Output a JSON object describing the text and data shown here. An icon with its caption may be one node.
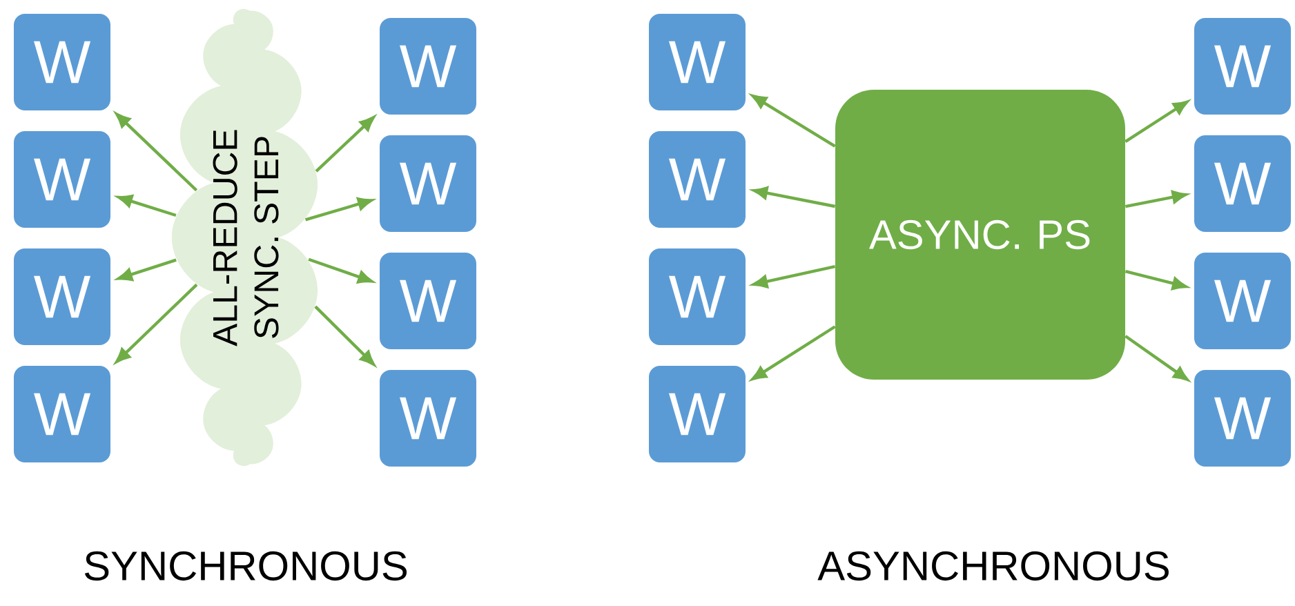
{
  "diagram": {
    "nodes": [
      {
        "text": [
          "W"
        ]
      },
      {
        "text": [
          "W"
        ]
      },
      {
        "text": [
          "W"
        ]
      },
      {
        "text": [
          "W"
        ]
      },
      {
        "text": [
          "ALL-REDUCE",
          "SYNC. STEP"
        ]
      },
      {
        "text": [
          "W"
        ]
      },
      {
        "text": [
          "W"
        ]
      },
      {
        "text": [
          "W"
        ]
      },
      {
        "text": [
          "W"
        ]
      },
      {
        "text": [
          "W"
        ]
      },
      {
        "text": [
          "W"
        ]
      },
      {
        "text": [
          "W"
        ]
      },
      {
        "text": [
          "W"
        ]
      },
      {
        "text": [
          "ASYNC. PS"
        ]
      },
      {
        "text": [
          "W"
        ]
      },
      {
        "text": [
          "W"
        ]
      },
      {
        "text": [
          "W"
        ]
      },
      {
        "text": [
          "W"
        ]
      }
    ],
    "edges": [
      {
        "from": 4,
        "to": 0,
        "arrow": "to"
      },
      {
        "from": 4,
        "to": 1,
        "arrow": "to"
      },
      {
        "from": 4,
        "to": 2,
        "arrow": "to"
      },
      {
        "from": 4,
        "to": 3,
        "arrow": "to"
      },
      {
        "from": 4,
        "to": 5,
        "arrow": "to"
      },
      {
        "from": 4,
        "to": 6,
        "arrow": "to"
      },
      {
        "from": 4,
        "to": 7,
        "arrow": "to"
      },
      {
        "from": 4,
        "to": 8,
        "arrow": "to"
      },
      {
        "from": 13,
        "to": 9,
        "arrow": "to"
      },
      {
        "from": 13,
        "to": 10,
        "arrow": "to"
      },
      {
        "from": 13,
        "to": 11,
        "arrow": "to"
      },
      {
        "from": 13,
        "to": 12,
        "arrow": "to"
      },
      {
        "from": 13,
        "to": 14,
        "arrow": "to"
      },
      {
        "from": 13,
        "to": 15,
        "arrow": "to"
      },
      {
        "from": 13,
        "to": 16,
        "arrow": "to"
      },
      {
        "from": 13,
        "to": 17,
        "arrow": "to"
      }
    ],
    "labels": [
      "SYNCHRONOUS",
      "ASYNCHRONOUS"
    ]
  }
}
